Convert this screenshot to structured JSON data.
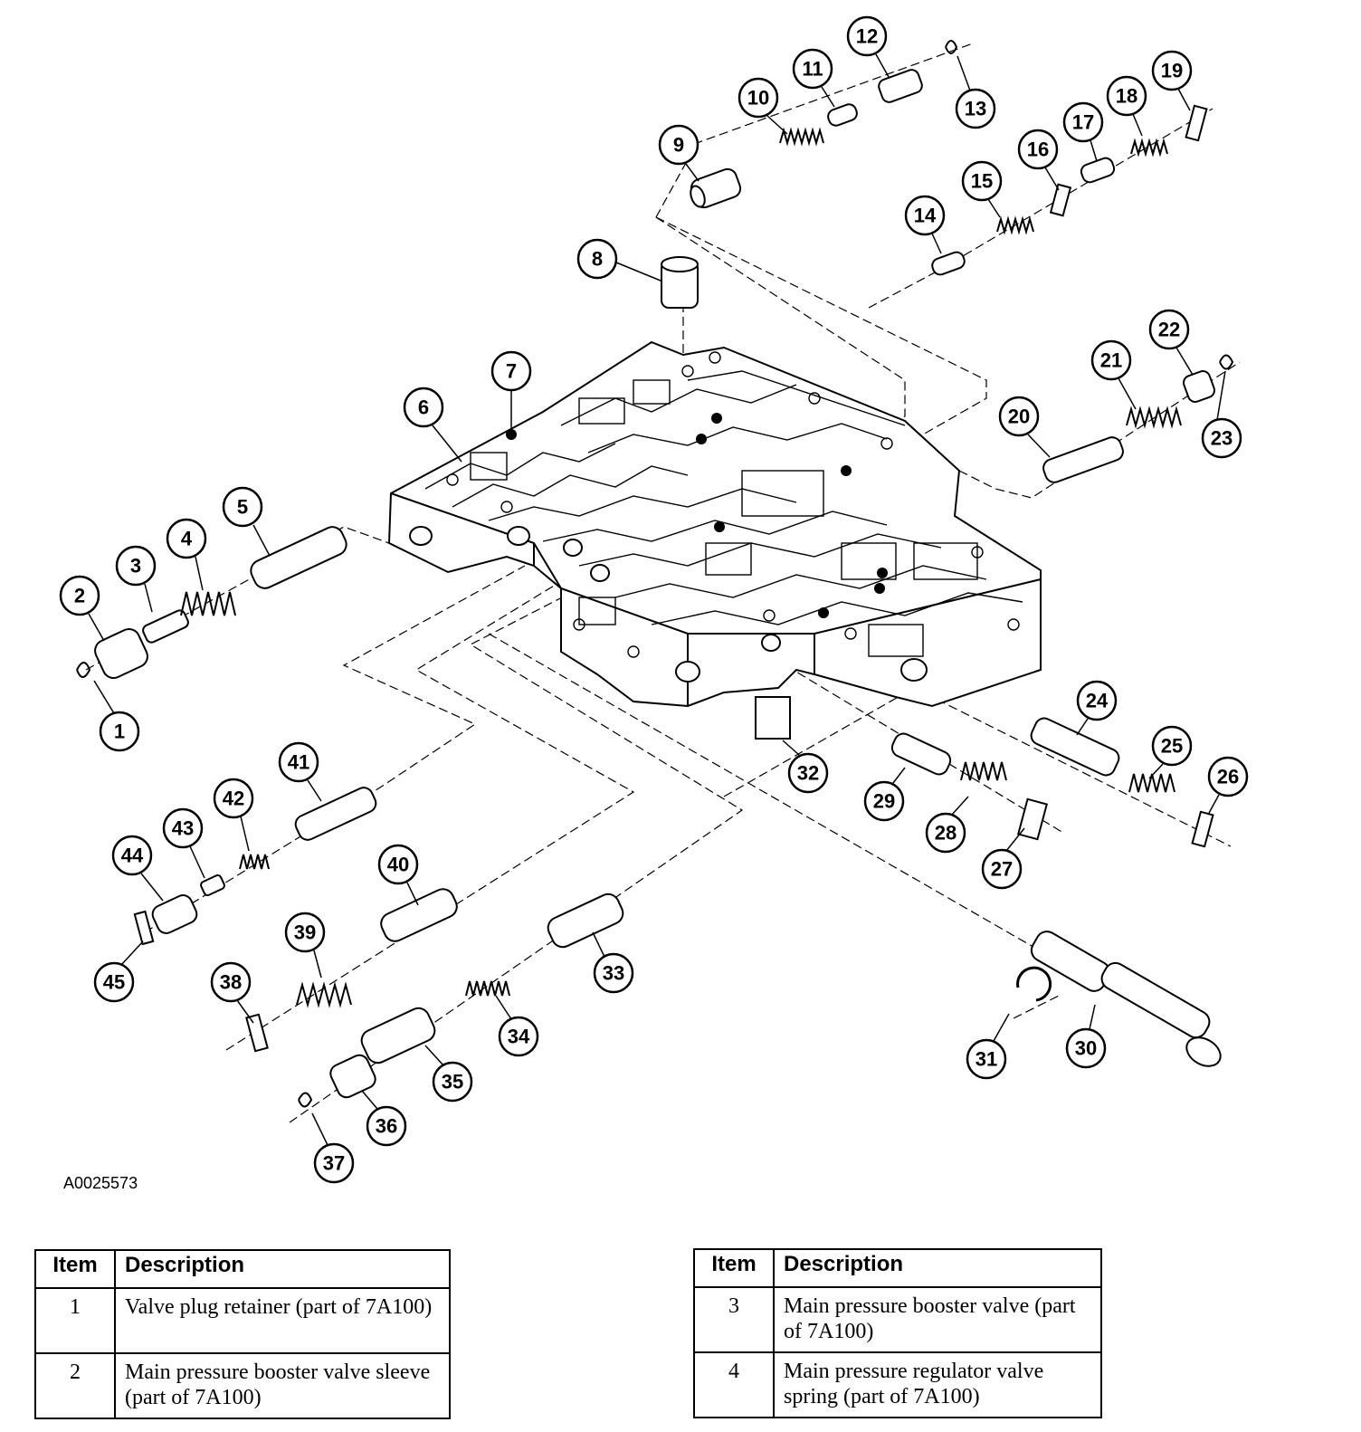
{
  "diagram": {
    "reference_code": "A0025573",
    "callout_numbers": [
      "1",
      "2",
      "3",
      "4",
      "5",
      "6",
      "7",
      "8",
      "9",
      "10",
      "11",
      "12",
      "13",
      "14",
      "15",
      "16",
      "17",
      "18",
      "19",
      "20",
      "21",
      "22",
      "23",
      "24",
      "25",
      "26",
      "27",
      "28",
      "29",
      "30",
      "31",
      "32",
      "33",
      "34",
      "35",
      "36",
      "37",
      "38",
      "39",
      "40",
      "41",
      "42",
      "43",
      "44",
      "45"
    ]
  },
  "tables": {
    "header_item": "Item",
    "header_description": "Description",
    "left": [
      {
        "item": "1",
        "description": "Valve plug retainer (part of 7A100)"
      },
      {
        "item": "2",
        "description": "Main pressure booster valve sleeve (part of 7A100)"
      }
    ],
    "right": [
      {
        "item": "3",
        "description": "Main pressure booster valve (part of 7A100)"
      },
      {
        "item": "4",
        "description": "Main pressure regulator valve spring (part of 7A100)"
      }
    ]
  }
}
